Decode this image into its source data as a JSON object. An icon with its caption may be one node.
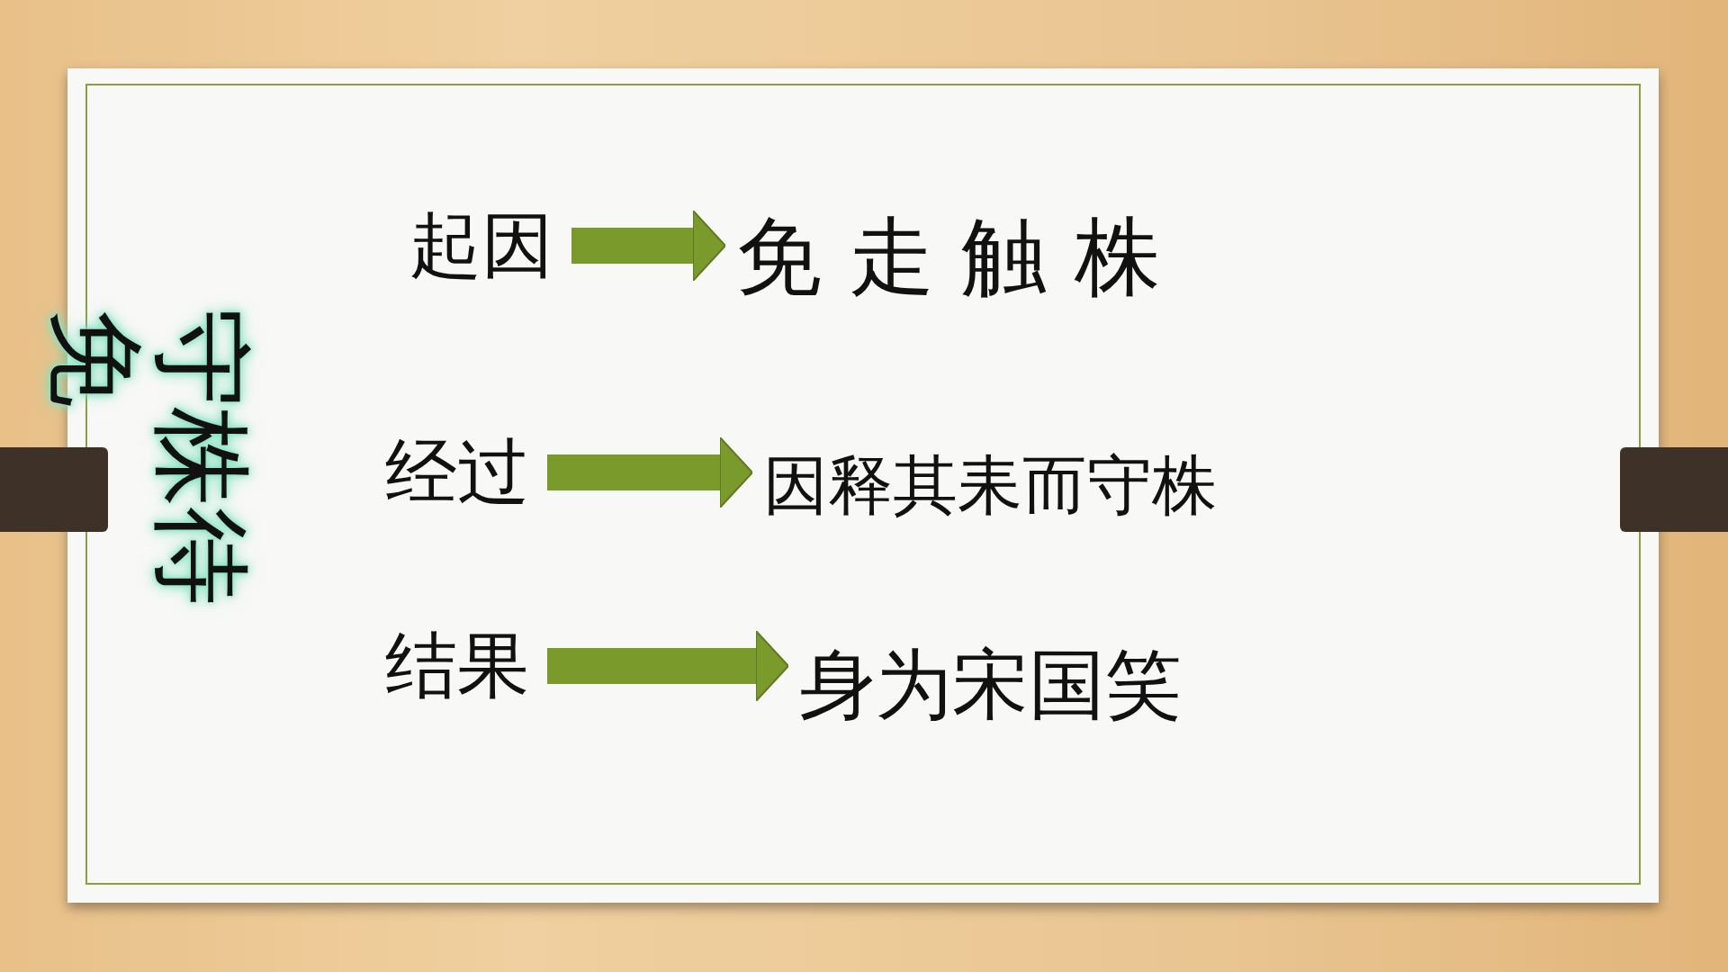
{
  "diagram": {
    "title": "守株待免",
    "nodes": [
      {
        "text": [
          "起因"
        ]
      },
      {
        "text": [
          "免 走 触 株"
        ]
      },
      {
        "text": [
          "经过"
        ]
      },
      {
        "text": [
          "因释其耒而守株"
        ]
      },
      {
        "text": [
          "结果"
        ]
      },
      {
        "text": [
          "身为宋国笑"
        ]
      }
    ],
    "edges": [
      {
        "from": 0,
        "to": 1,
        "arrow": "to"
      },
      {
        "from": 2,
        "to": 3,
        "arrow": "to"
      },
      {
        "from": 4,
        "to": 5,
        "arrow": "to"
      }
    ]
  }
}
